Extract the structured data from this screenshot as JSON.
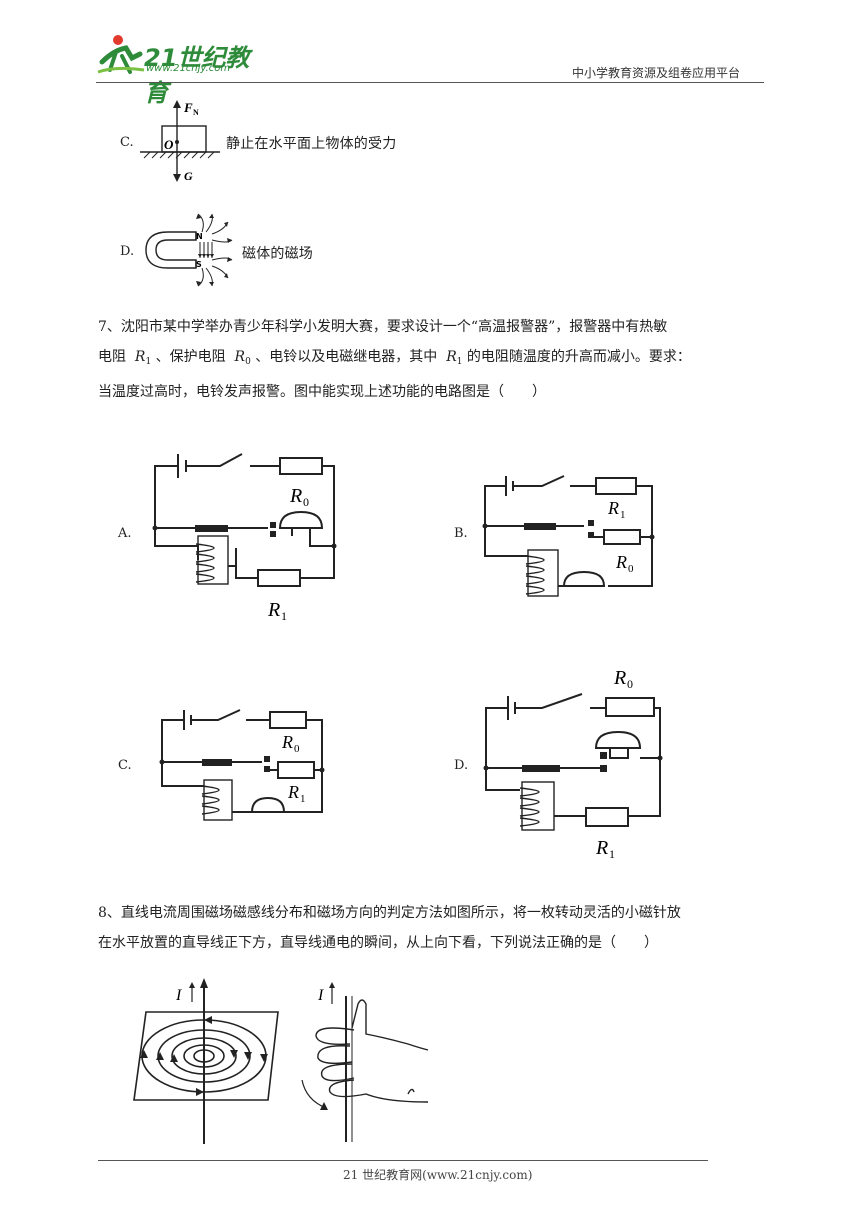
{
  "header": {
    "logo_main": "21世纪教育",
    "logo_url": "www.21cnjy.com",
    "right_text": "中小学教育资源及组卷应用平台"
  },
  "q6_options": {
    "c_label": "C.",
    "c_text": "静止在水平面上物体的受力",
    "c_fn": "F",
    "c_fn_sub": "N",
    "c_o": "O",
    "c_g": "G",
    "d_label": "D.",
    "d_text": "磁体的磁场",
    "d_n": "N",
    "d_s": "S"
  },
  "q7": {
    "line1": "7、沈阳市某中学举办青少年科学小发明大赛，要求设计一个“高温报警器”，报警器中有热敏",
    "line2_a": "电阻",
    "line2_b": "、保护电阻",
    "line2_c": "、电铃以及电磁继电器，其中",
    "line2_d": "的电阻随温度的升高而减小。要求：",
    "line3": "当温度过高时，电铃发声报警。图中能实现上述功能的电路图是（　　）",
    "r": "R",
    "sub1": "1",
    "sub0": "0",
    "options": {
      "a": "A.",
      "b": "B.",
      "c": "C.",
      "d": "D."
    }
  },
  "q8": {
    "line1": "8、直线电流周围磁场磁感线分布和磁场方向的判定方法如图所示，将一枚转动灵活的小磁针放",
    "line2": "在水平放置的直导线正下方，直导线通电的瞬间，从上向下看，下列说法正确的是（　　）",
    "current_label": "I"
  },
  "footer": {
    "text": "21 世纪教育网(www.21cnjy.com)"
  }
}
